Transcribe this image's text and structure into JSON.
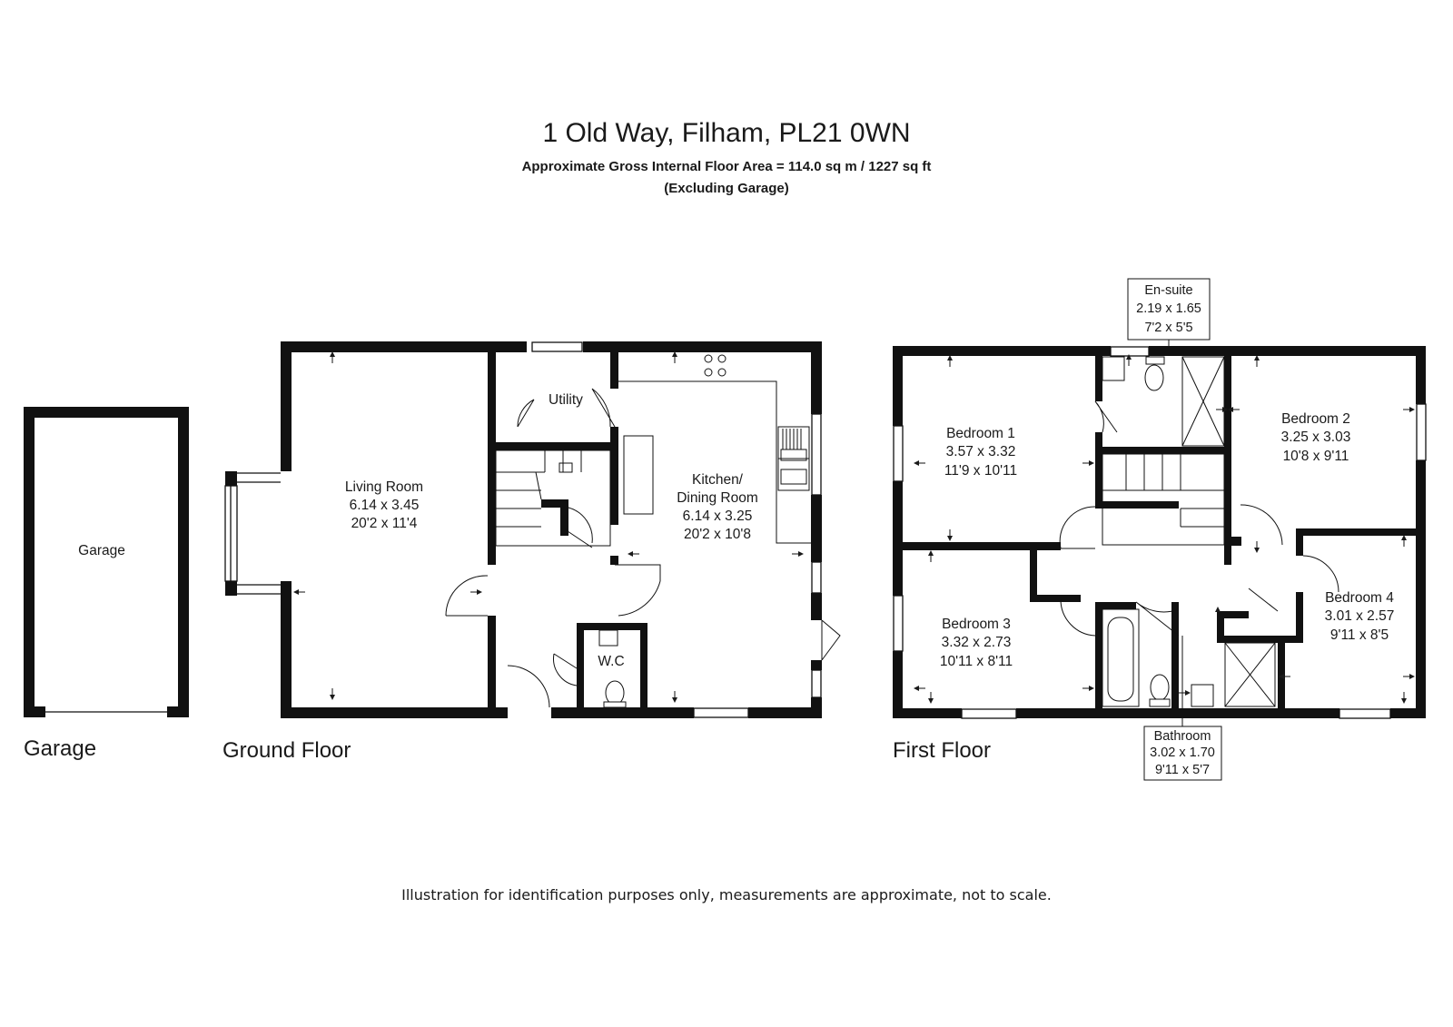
{
  "header": {
    "title": "1 Old Way, Filham, PL21 0WN",
    "area": "Approximate Gross Internal Floor Area  = 114.0 sq m / 1227 sq ft",
    "note": "(Excluding Garage)"
  },
  "floors": {
    "garage": "Garage",
    "ground": "Ground Floor",
    "first": "First Floor"
  },
  "rooms": {
    "garage": {
      "name": "Garage"
    },
    "living": {
      "name": "Living Room",
      "metric": "6.14 x 3.45",
      "imperial": "20'2 x 11'4"
    },
    "kitchen": {
      "name1": "Kitchen/",
      "name2": "Dining Room",
      "metric": "6.14 x 3.25",
      "imperial": "20'2 x 10'8"
    },
    "utility": {
      "name": "Utility"
    },
    "wc": {
      "name": "W.C"
    },
    "bedroom1": {
      "name": "Bedroom 1",
      "metric": "3.57 x 3.32",
      "imperial": "11'9 x 10'11"
    },
    "bedroom2": {
      "name": "Bedroom 2",
      "metric": "3.25 x 3.03",
      "imperial": "10'8 x 9'11"
    },
    "bedroom3": {
      "name": "Bedroom 3",
      "metric": "3.32 x 2.73",
      "imperial": "10'11 x 8'11"
    },
    "bedroom4": {
      "name": "Bedroom 4",
      "metric": "3.01 x 2.57",
      "imperial": "9'11 x 8'5"
    },
    "ensuite": {
      "name": "En-suite",
      "metric": "2.19 x 1.65",
      "imperial": "7'2 x 5'5"
    },
    "bathroom": {
      "name": "Bathroom",
      "metric": "3.02 x 1.70",
      "imperial": "9'11 x 5'7"
    }
  },
  "disclaimer": "Illustration for identification purposes only, measurements are approximate, not to scale."
}
